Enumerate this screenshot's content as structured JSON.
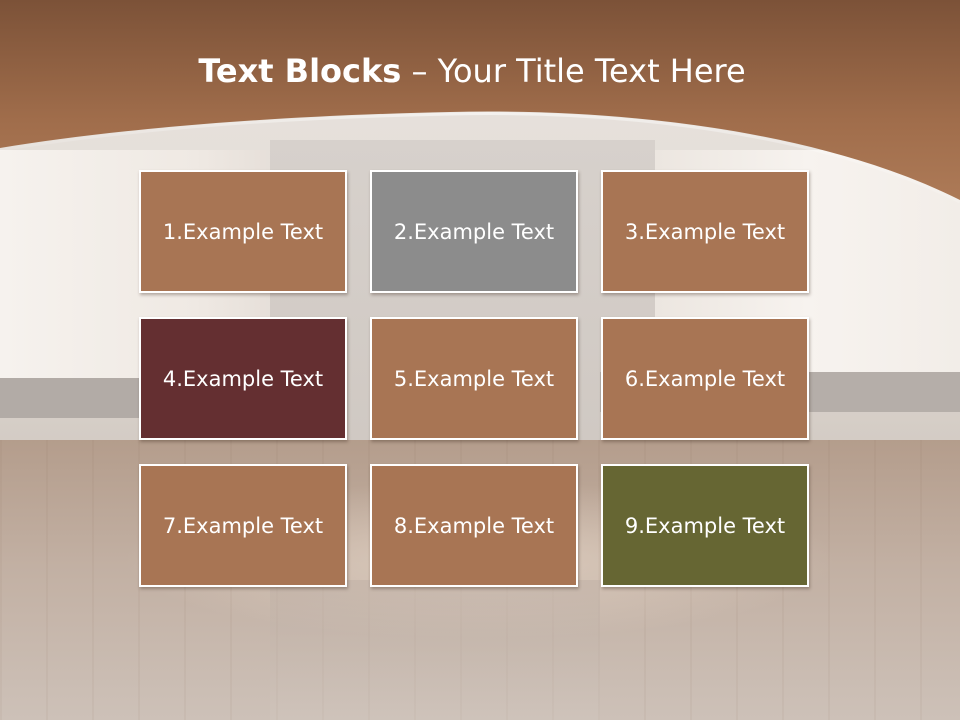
{
  "slide": {
    "title_bold": "Text Blocks",
    "title_rest": " – Your Title Text Here",
    "header_color": "#a36f4c",
    "blocks": [
      {
        "label": "1.Example Text",
        "color": "#a87554"
      },
      {
        "label": "2.Example Text",
        "color": "#8c8c8c"
      },
      {
        "label": "3.Example Text",
        "color": "#a87554"
      },
      {
        "label": "4.Example Text",
        "color": "#642f31"
      },
      {
        "label": "5.Example Text",
        "color": "#a87554"
      },
      {
        "label": "6.Example Text",
        "color": "#a87554"
      },
      {
        "label": "7.Example Text",
        "color": "#a87554"
      },
      {
        "label": "8.Example Text",
        "color": "#a87554"
      },
      {
        "label": "9.Example Text",
        "color": "#666633"
      }
    ]
  }
}
